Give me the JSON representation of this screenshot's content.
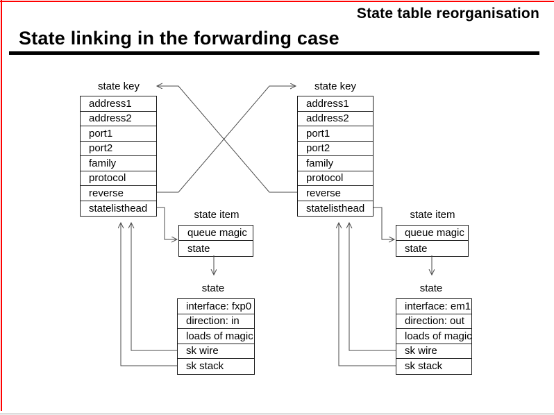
{
  "header": {
    "top_right": "State table reorganisation",
    "title": "State linking in the forwarding case"
  },
  "diagram": {
    "left_key": {
      "label": "state key",
      "rows": [
        "address1",
        "address2",
        "port1",
        "port2",
        "family",
        "protocol",
        "reverse",
        "statelisthead"
      ]
    },
    "right_key": {
      "label": "state key",
      "rows": [
        "address1",
        "address2",
        "port1",
        "port2",
        "family",
        "protocol",
        "reverse",
        "statelisthead"
      ]
    },
    "left_item": {
      "label": "state item",
      "rows": [
        "queue magic",
        "state"
      ]
    },
    "right_item": {
      "label": "state item",
      "rows": [
        "queue magic",
        "state"
      ]
    },
    "left_state": {
      "label": "state",
      "rows": [
        "interface: fxp0",
        "direction: in",
        "loads of magic",
        "sk wire",
        "sk stack"
      ]
    },
    "right_state": {
      "label": "state",
      "rows": [
        "interface: em1",
        "direction: out",
        "loads of magic",
        "sk wire",
        "sk stack"
      ]
    }
  },
  "colors": {
    "border_accent": "#ff0000",
    "connector_line": "#4a4a4a",
    "box_border": "#1a1a1a"
  }
}
